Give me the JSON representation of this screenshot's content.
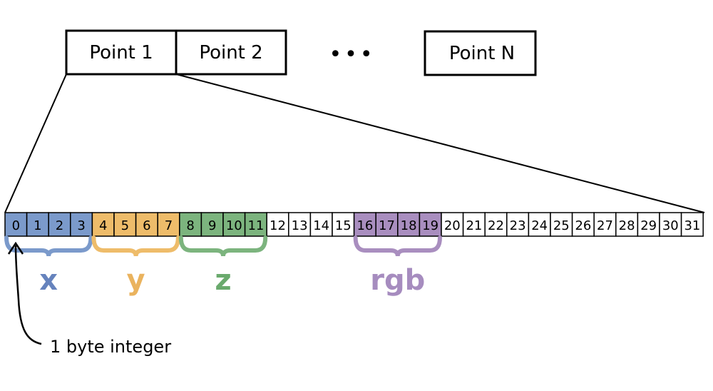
{
  "points": {
    "items": [
      "Point 1",
      "Point 2",
      "Point N"
    ],
    "ellipsis": "•••"
  },
  "bytes": [
    "0",
    "1",
    "2",
    "3",
    "4",
    "5",
    "6",
    "7",
    "8",
    "9",
    "10",
    "11",
    "12",
    "13",
    "14",
    "15",
    "16",
    "17",
    "18",
    "19",
    "20",
    "21",
    "22",
    "23",
    "24",
    "25",
    "26",
    "27",
    "28",
    "29",
    "30",
    "31"
  ],
  "groups": [
    {
      "label": "x",
      "start": 0,
      "end": 3,
      "fill": "#7b9acb",
      "text_color": "#6683bd",
      "brace_color": "#7b9acb"
    },
    {
      "label": "y",
      "start": 4,
      "end": 7,
      "fill": "#eebc6a",
      "text_color": "#eab35e",
      "brace_color": "#eebc6a"
    },
    {
      "label": "z",
      "start": 8,
      "end": 11,
      "fill": "#7cb47e",
      "text_color": "#6aaa6d",
      "brace_color": "#7cb47e"
    },
    {
      "label": "rgb",
      "start": 16,
      "end": 19,
      "fill": "#a98ebf",
      "text_color": "#a68cbf",
      "brace_color": "#a98ebf"
    }
  ],
  "annotation": "1 byte integer"
}
